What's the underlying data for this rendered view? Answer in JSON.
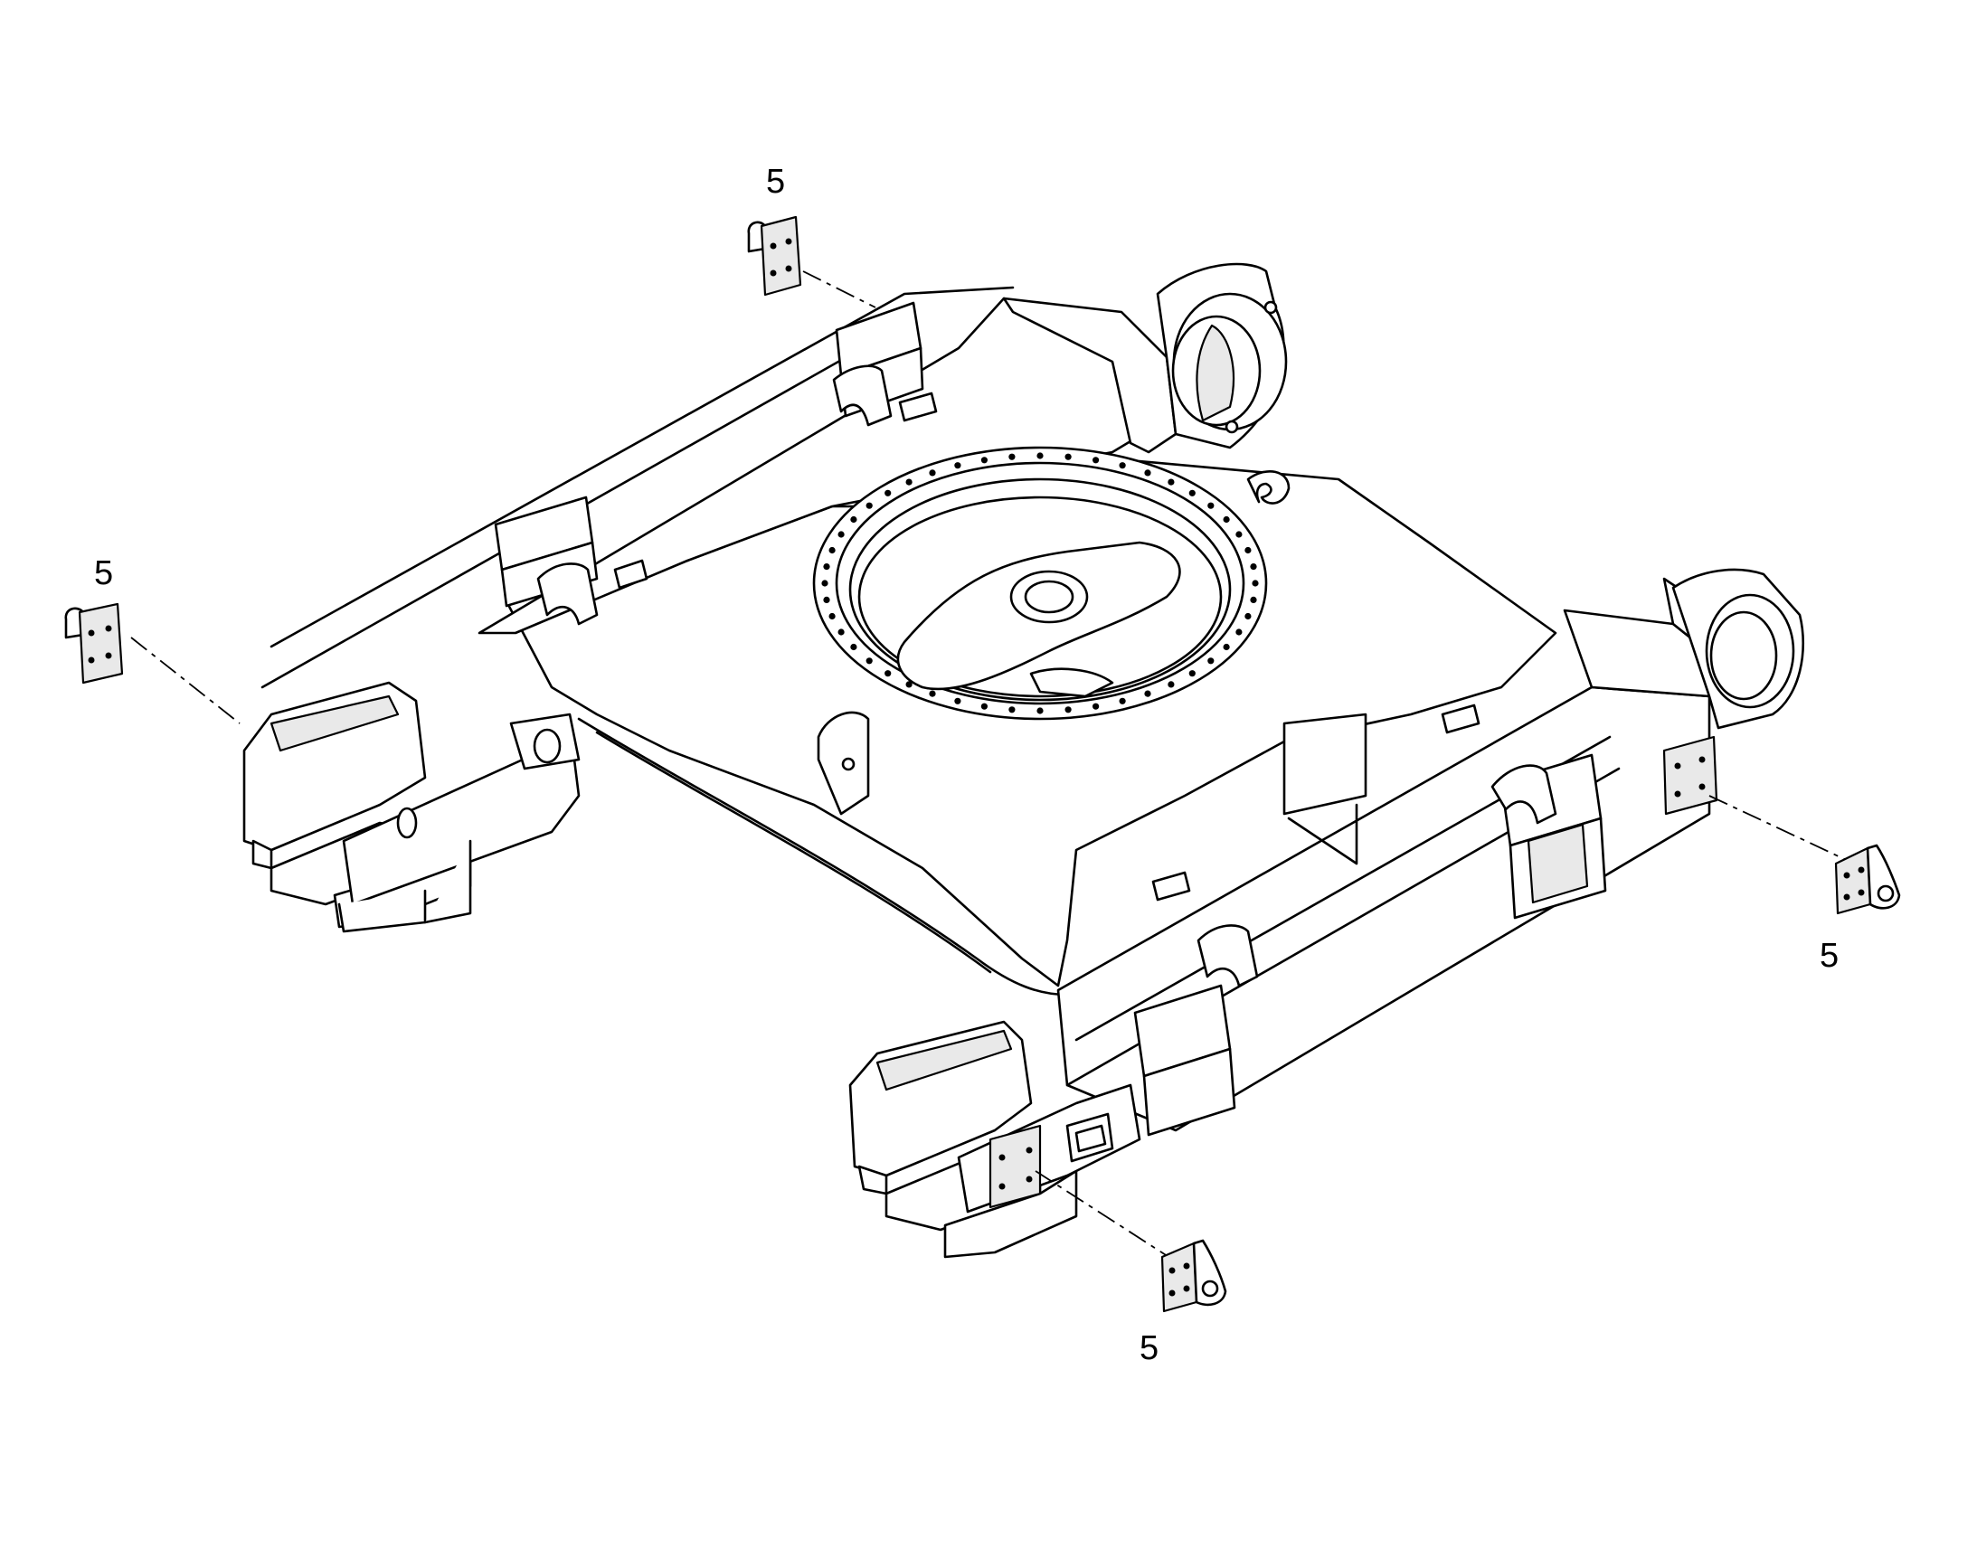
{
  "callouts": [
    {
      "id": "top",
      "label": "5"
    },
    {
      "id": "left",
      "label": "5"
    },
    {
      "id": "right",
      "label": "5"
    },
    {
      "id": "bottom",
      "label": "5"
    }
  ],
  "colors": {
    "line": "#000000",
    "background": "#ffffff"
  }
}
